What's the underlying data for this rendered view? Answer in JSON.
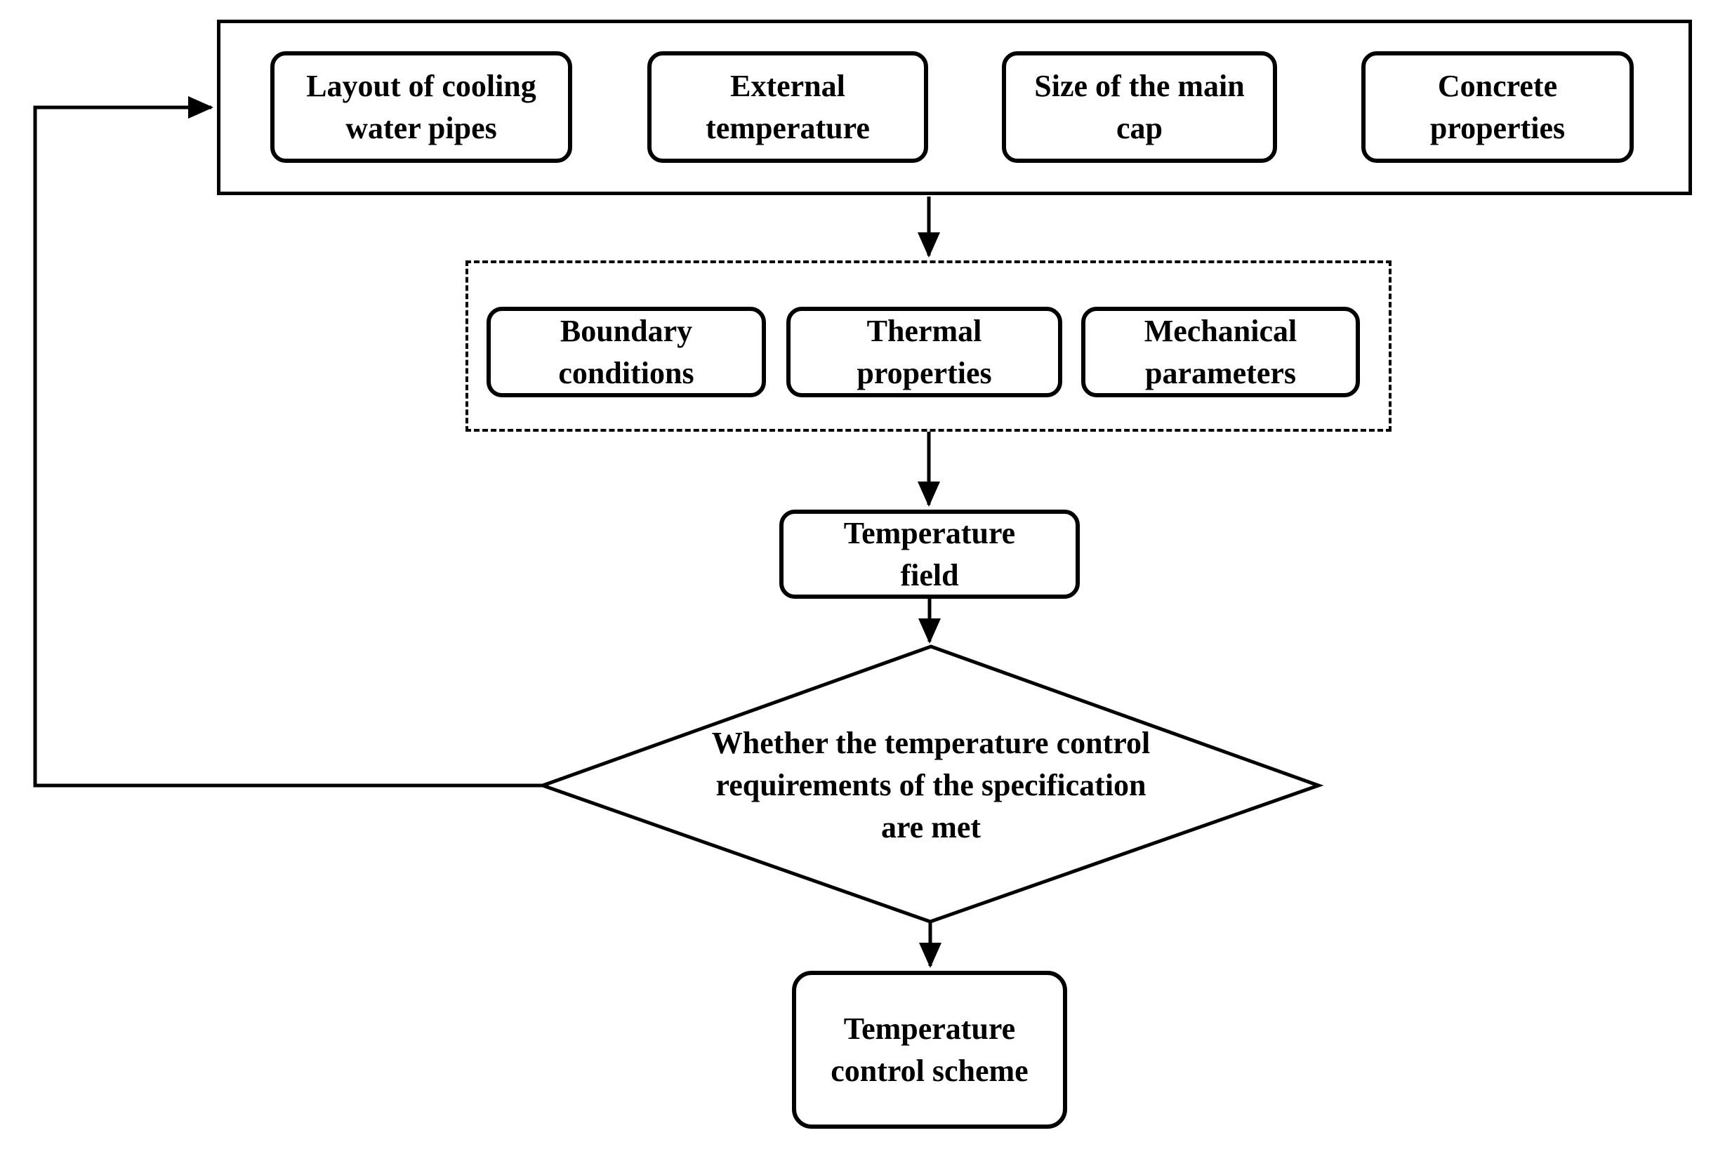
{
  "colors": {
    "background": "#ffffff",
    "line": "#000000",
    "text": "#000000"
  },
  "nodes": {
    "inputs": [
      {
        "label": "Layout of cooling\nwater pipes"
      },
      {
        "label": "External\ntemperature"
      },
      {
        "label": "Size of the main\ncap"
      },
      {
        "label": "Concrete\nproperties"
      }
    ],
    "parameters": [
      {
        "label": "Boundary\nconditions"
      },
      {
        "label": "Thermal\nproperties"
      },
      {
        "label": "Mechanical\nparameters"
      }
    ],
    "temperature_field": {
      "label": "Temperature\nfield"
    },
    "decision": {
      "label": "Whether the temperature control\nrequirements of the specification\nare met"
    },
    "temperature_control_scheme": {
      "label": "Temperature\ncontrol scheme"
    }
  }
}
